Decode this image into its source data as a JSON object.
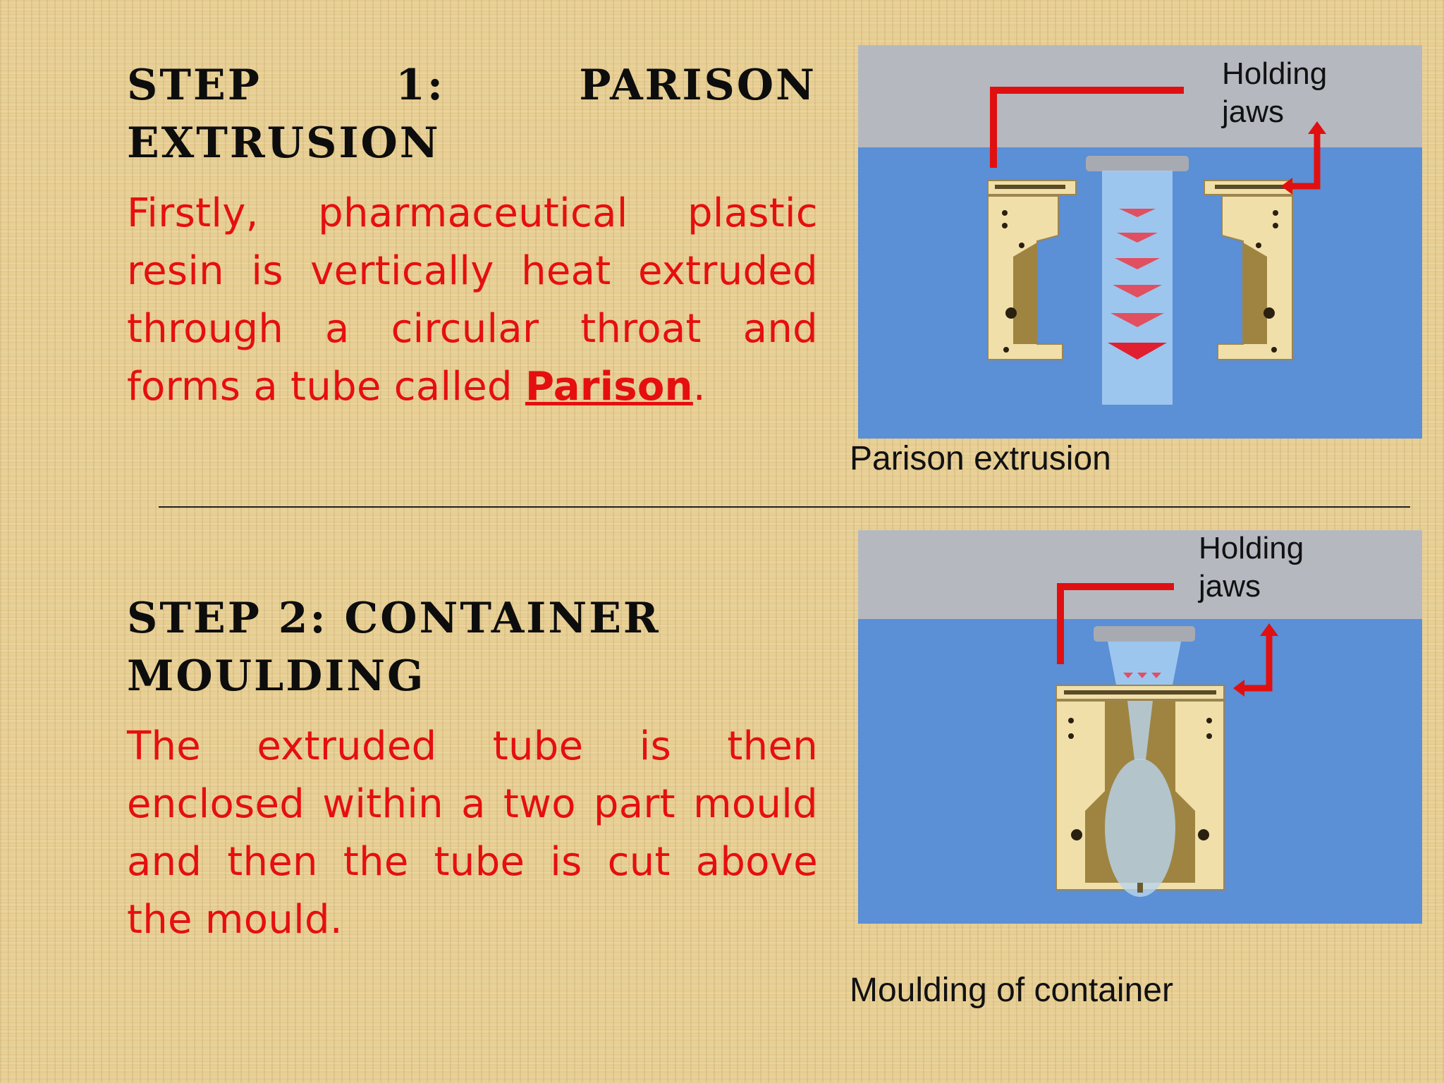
{
  "step1": {
    "heading": "Step 1: Parison Extrusion",
    "body_before": "Firstly, pharmaceutical plastic resin is vertically heat extruded through a circular throat and forms a tube called ",
    "term": "Parison",
    "body_after": "."
  },
  "step2": {
    "heading": "Step 2: Container Moulding",
    "body": "The extruded tube is then enclosed within a two part mould and then the tube is cut above the mould."
  },
  "figure1": {
    "label_line1": "Holding",
    "label_line2": "jaws",
    "caption": "Parison extrusion"
  },
  "figure2": {
    "label_line1": "Holding",
    "label_line2": "jaws",
    "caption": "Moulding of container"
  },
  "colors": {
    "background": "#e8cf94",
    "heading": "#0d0d0d",
    "body_text": "#e50f0f",
    "figure_blue": "#5b8fd6",
    "figure_gray": "#b5b9bf",
    "mould_tan": "#f0dfa8",
    "indicator_red": "#e01010"
  }
}
